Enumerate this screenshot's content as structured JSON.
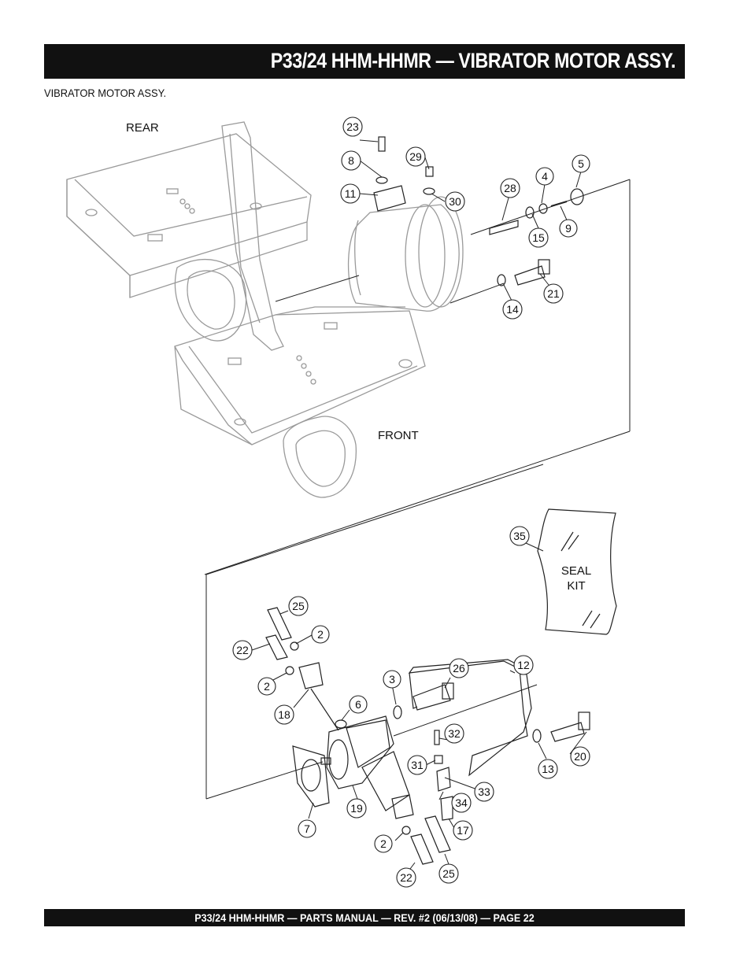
{
  "header": {
    "title": "P33/24 HHM-HHMR — VIBRATOR MOTOR ASSY."
  },
  "subtitle": "VIBRATOR MOTOR ASSY.",
  "labels": {
    "rear": "REAR",
    "front": "FRONT",
    "seal_kit_line1": "SEAL",
    "seal_kit_line2": "KIT"
  },
  "callouts": {
    "c23": "23",
    "c8": "8",
    "c29": "29",
    "c11": "11",
    "c30": "30",
    "c28": "28",
    "c4": "4",
    "c5": "5",
    "c15": "15",
    "c9": "9",
    "c21": "21",
    "c14": "14",
    "c35": "35",
    "c25a": "25",
    "c2a": "2",
    "c22a": "22",
    "c2b": "2",
    "c18": "18",
    "c6": "6",
    "c3": "3",
    "c26": "26",
    "c12": "12",
    "c32": "32",
    "c31": "31",
    "c33": "33",
    "c34": "34",
    "c17": "17",
    "c13": "13",
    "c20": "20",
    "c7": "7",
    "c19": "19",
    "c2c": "2",
    "c22b": "22",
    "c25b": "25"
  },
  "footer": {
    "text": "P33/24 HHM-HHMR — PARTS MANUAL — REV. #2 (06/13/08) — PAGE 22"
  }
}
